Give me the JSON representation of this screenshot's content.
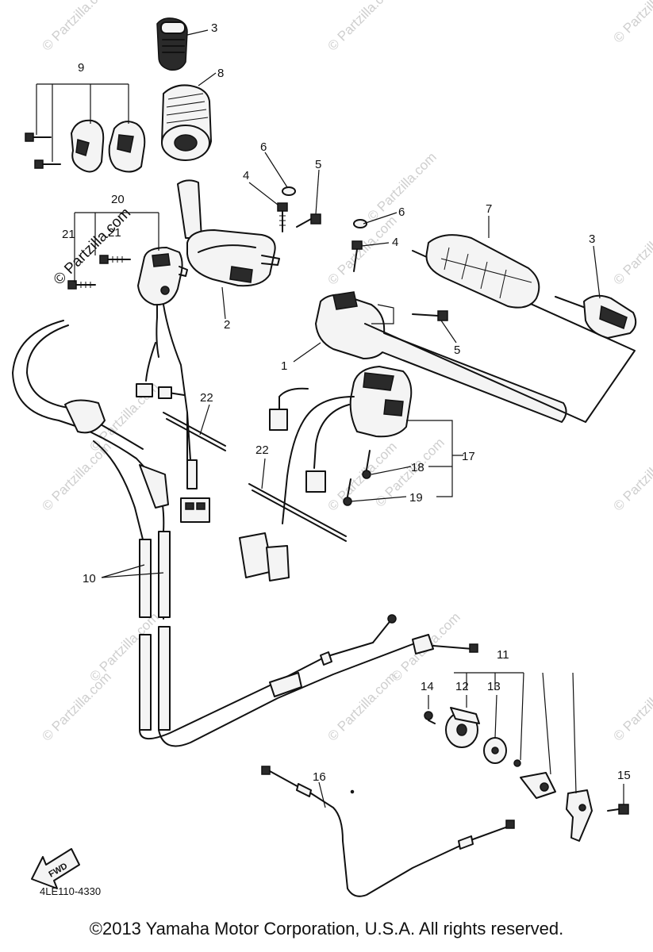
{
  "diagram_code": "4LE110-4330",
  "copyright": "©2013 Yamaha Motor Corporation, U.S.A. All rights reserved.",
  "watermark_text": "© Partzilla.com",
  "fwd_label": "FWD",
  "callouts": {
    "c1": "1",
    "c2": "2",
    "c3a": "3",
    "c3b": "3",
    "c4a": "4",
    "c4b": "4",
    "c5a": "5",
    "c5b": "5",
    "c6a": "6",
    "c6b": "6",
    "c7": "7",
    "c8": "8",
    "c9": "9",
    "c10": "10",
    "c11": "11",
    "c12": "12",
    "c13": "13",
    "c14": "14",
    "c15": "15",
    "c16": "16",
    "c17": "17",
    "c18": "18",
    "c19": "19",
    "c20": "20",
    "c21": "21",
    "c21b": "21",
    "c22a": "22",
    "c22b": "22"
  }
}
